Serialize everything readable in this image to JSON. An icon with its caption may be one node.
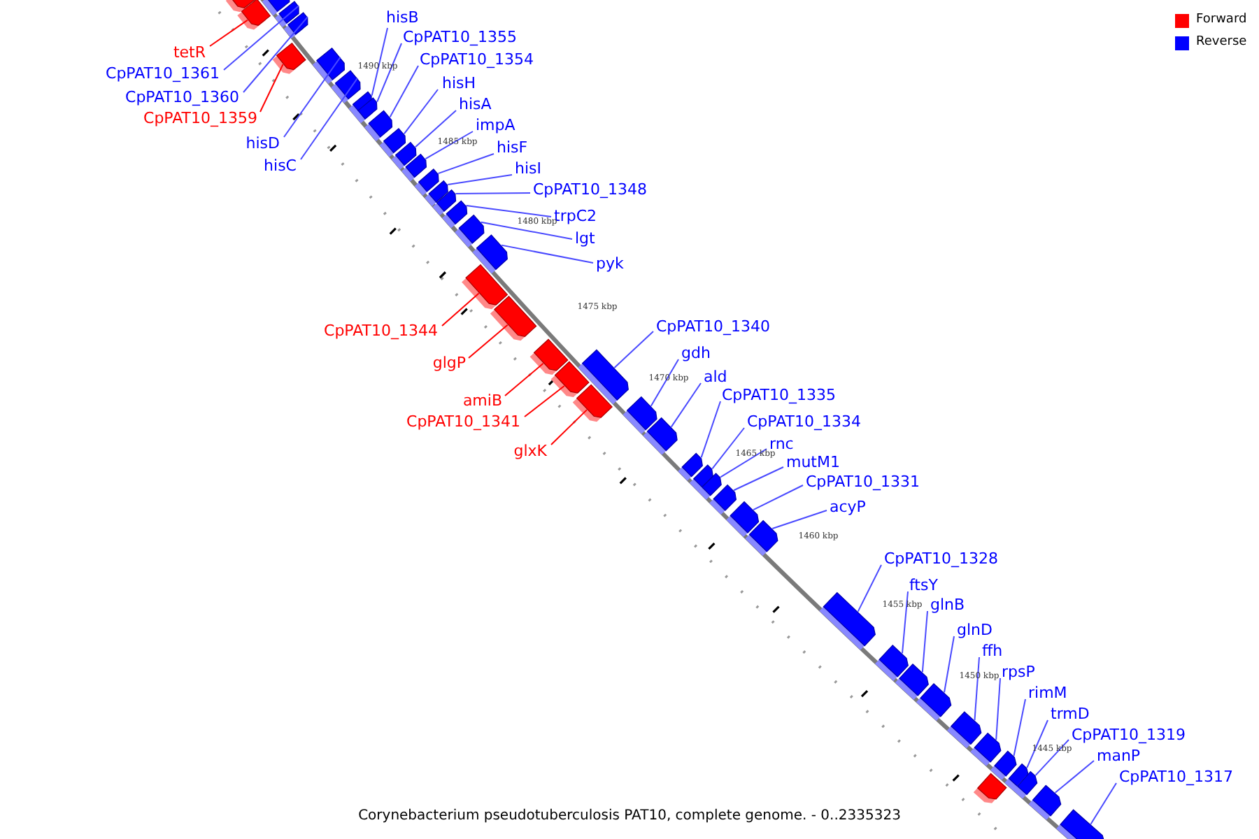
{
  "diagram": {
    "caption": "Corynebacterium pseudotuberculosis PAT10, complete genome. - 0..2335323",
    "nodes": [
      {
        "text": [
          "tetR"
        ]
      },
      {
        "text": [
          "hisB"
        ]
      },
      {
        "text": [
          "CpPAT10_1355"
        ]
      },
      {
        "text": [
          "CpPAT10_1361"
        ]
      },
      {
        "text": [
          "CpPAT10_1354"
        ]
      },
      {
        "text": [
          "hisH"
        ]
      },
      {
        "text": [
          "CpPAT10_1360"
        ]
      },
      {
        "text": [
          "hisA"
        ]
      },
      {
        "text": [
          "CpPAT10_1359"
        ]
      },
      {
        "text": [
          "impA"
        ]
      },
      {
        "text": [
          "hisD"
        ]
      },
      {
        "text": [
          "hisF"
        ]
      },
      {
        "text": [
          "hisC"
        ]
      },
      {
        "text": [
          "hisI"
        ]
      },
      {
        "text": [
          "CpPAT10_1348"
        ]
      },
      {
        "text": [
          "trpC2"
        ]
      },
      {
        "text": [
          "lgt"
        ]
      },
      {
        "text": [
          "pyk"
        ]
      },
      {
        "text": [
          "CpPAT10_1340"
        ]
      },
      {
        "text": [
          "CpPAT10_1344"
        ]
      },
      {
        "text": [
          "gdh"
        ]
      },
      {
        "text": [
          "glgP"
        ]
      },
      {
        "text": [
          "ald"
        ]
      },
      {
        "text": [
          "CpPAT10_1335"
        ]
      },
      {
        "text": [
          "amiB"
        ]
      },
      {
        "text": [
          "CpPAT10_1334"
        ]
      },
      {
        "text": [
          "CpPAT10_1341"
        ]
      },
      {
        "text": [
          "rnc"
        ]
      },
      {
        "text": [
          "glxK"
        ]
      },
      {
        "text": [
          "mutM1"
        ]
      },
      {
        "text": [
          "CpPAT10_1331"
        ]
      },
      {
        "text": [
          "acyP"
        ]
      },
      {
        "text": [
          "CpPAT10_1328"
        ]
      },
      {
        "text": [
          "ftsY"
        ]
      },
      {
        "text": [
          "glnB"
        ]
      },
      {
        "text": [
          "glnD"
        ]
      },
      {
        "text": [
          "ffh"
        ]
      },
      {
        "text": [
          "rpsP"
        ]
      },
      {
        "text": [
          "rimM"
        ]
      },
      {
        "text": [
          "trmD"
        ]
      },
      {
        "text": [
          "CpPAT10_1319"
        ]
      },
      {
        "text": [
          "manP"
        ]
      },
      {
        "text": [
          "CpPAT10_1317"
        ]
      },
      {
        "text": [],
        "shape": "bar"
      },
      {
        "text": [],
        "shape": "bar"
      },
      {
        "text": [],
        "shape": "bar"
      },
      {
        "text": [],
        "shape": "bar"
      },
      {
        "text": [],
        "shape": "bar"
      },
      {
        "text": [],
        "shape": "bar"
      },
      {
        "text": [],
        "shape": "bar"
      },
      {
        "text": [],
        "shape": "bar"
      },
      {
        "text": [],
        "shape": "bar"
      },
      {
        "text": [],
        "shape": "bar"
      },
      {
        "text": [],
        "shape": "bar"
      },
      {
        "text": [],
        "shape": "bar"
      },
      {
        "text": [],
        "shape": "bar"
      },
      {
        "text": [],
        "shape": "bar"
      },
      {
        "text": [],
        "shape": "bar"
      },
      {
        "text": [],
        "shape": "bar"
      },
      {
        "text": [],
        "shape": "bar"
      },
      {
        "text": [],
        "shape": "bar"
      },
      {
        "text": [],
        "shape": "bar"
      },
      {
        "text": [],
        "shape": "bar"
      },
      {
        "text": [],
        "shape": "bar"
      },
      {
        "text": [],
        "shape": "bar"
      },
      {
        "text": [],
        "shape": "bar"
      },
      {
        "text": [],
        "shape": "bar"
      },
      {
        "text": [],
        "shape": "bar"
      },
      {
        "text": [],
        "shape": "bar"
      },
      {
        "text": [],
        "shape": "bar"
      },
      {
        "text": [],
        "shape": "bar"
      },
      {
        "text": [],
        "shape": "bar"
      },
      {
        "text": [],
        "shape": "bar"
      },
      {
        "text": [],
        "shape": "bar"
      },
      {
        "text": [],
        "shape": "bar"
      },
      {
        "text": [],
        "shape": "bar"
      },
      {
        "text": [],
        "shape": "bar"
      },
      {
        "text": [],
        "shape": "bar"
      },
      {
        "text": [],
        "shape": "bar"
      },
      {
        "text": [],
        "shape": "bar"
      },
      {
        "text": [],
        "shape": "bar"
      },
      {
        "text": [],
        "shape": "bar"
      },
      {
        "text": [],
        "shape": "bar"
      },
      {
        "text": [],
        "shape": "bar"
      },
      {
        "text": [],
        "shape": "bar"
      },
      {
        "text": [],
        "shape": "bar"
      },
      {
        "text": [],
        "shape": "bar"
      },
      {
        "text": [],
        "shape": "bar"
      },
      {
        "text": [],
        "shape": "bar"
      }
    ],
    "edges": [
      {
        "from": 0,
        "to": 43,
        "arrow": "none",
        "color": "#ff0000"
      },
      {
        "from": 1,
        "to": 44,
        "arrow": "none"
      },
      {
        "from": 2,
        "to": 45,
        "arrow": "none"
      },
      {
        "from": 3,
        "to": 46,
        "arrow": "none"
      },
      {
        "from": 4,
        "to": 47,
        "arrow": "none"
      },
      {
        "from": 5,
        "to": 48,
        "arrow": "none"
      },
      {
        "from": 6,
        "to": 49,
        "arrow": "none"
      },
      {
        "from": 7,
        "to": 50,
        "arrow": "none"
      },
      {
        "from": 8,
        "to": 51,
        "arrow": "none",
        "color": "#ff0000"
      },
      {
        "from": 9,
        "to": 52,
        "arrow": "none"
      },
      {
        "from": 10,
        "to": 53,
        "arrow": "none"
      },
      {
        "from": 11,
        "to": 54,
        "arrow": "none"
      },
      {
        "from": 12,
        "to": 55,
        "arrow": "none"
      },
      {
        "from": 13,
        "to": 56,
        "arrow": "none"
      },
      {
        "from": 14,
        "to": 57,
        "arrow": "none"
      },
      {
        "from": 15,
        "to": 58,
        "arrow": "none"
      },
      {
        "from": 16,
        "to": 59,
        "arrow": "none"
      },
      {
        "from": 17,
        "to": 60,
        "arrow": "none"
      },
      {
        "from": 18,
        "to": 61,
        "arrow": "none"
      },
      {
        "from": 19,
        "to": 62,
        "arrow": "none",
        "color": "#ff0000"
      },
      {
        "from": 20,
        "to": 63,
        "arrow": "none"
      },
      {
        "from": 21,
        "to": 64,
        "arrow": "none",
        "color": "#ff0000"
      },
      {
        "from": 22,
        "to": 65,
        "arrow": "none"
      },
      {
        "from": 23,
        "to": 66,
        "arrow": "none"
      },
      {
        "from": 24,
        "to": 67,
        "arrow": "none",
        "color": "#ff0000"
      },
      {
        "from": 25,
        "to": 68,
        "arrow": "none"
      },
      {
        "from": 26,
        "to": 69,
        "arrow": "none",
        "color": "#ff0000"
      },
      {
        "from": 27,
        "to": 70,
        "arrow": "none"
      },
      {
        "from": 28,
        "to": 71,
        "arrow": "none",
        "color": "#ff0000"
      },
      {
        "from": 29,
        "to": 72,
        "arrow": "none"
      },
      {
        "from": 30,
        "to": 73,
        "arrow": "none"
      },
      {
        "from": 31,
        "to": 74,
        "arrow": "none"
      },
      {
        "from": 32,
        "to": 75,
        "arrow": "none"
      },
      {
        "from": 33,
        "to": 76,
        "arrow": "none"
      },
      {
        "from": 34,
        "to": 77,
        "arrow": "none"
      },
      {
        "from": 35,
        "to": 78,
        "arrow": "none"
      },
      {
        "from": 36,
        "to": 79,
        "arrow": "none"
      },
      {
        "from": 37,
        "to": 80,
        "arrow": "none"
      },
      {
        "from": 38,
        "to": 81,
        "arrow": "none"
      },
      {
        "from": 39,
        "to": 82,
        "arrow": "none"
      },
      {
        "from": 40,
        "to": 83,
        "arrow": "none"
      },
      {
        "from": 41,
        "to": 84,
        "arrow": "none"
      },
      {
        "from": 42,
        "to": 85,
        "arrow": "none"
      }
    ],
    "labels": [
      "1490 kbp",
      "1485 kbp",
      "1480 kbp",
      "1475 kbp",
      "1470 kbp",
      "1465 kbp",
      "1460 kbp",
      "1455 kbp",
      "1450 kbp",
      "1445 kbp"
    ],
    "legend": [
      {
        "text": "Forward",
        "color": "#ff0000"
      },
      {
        "text": "Reverse",
        "color": "#0000ff"
      }
    ]
  }
}
